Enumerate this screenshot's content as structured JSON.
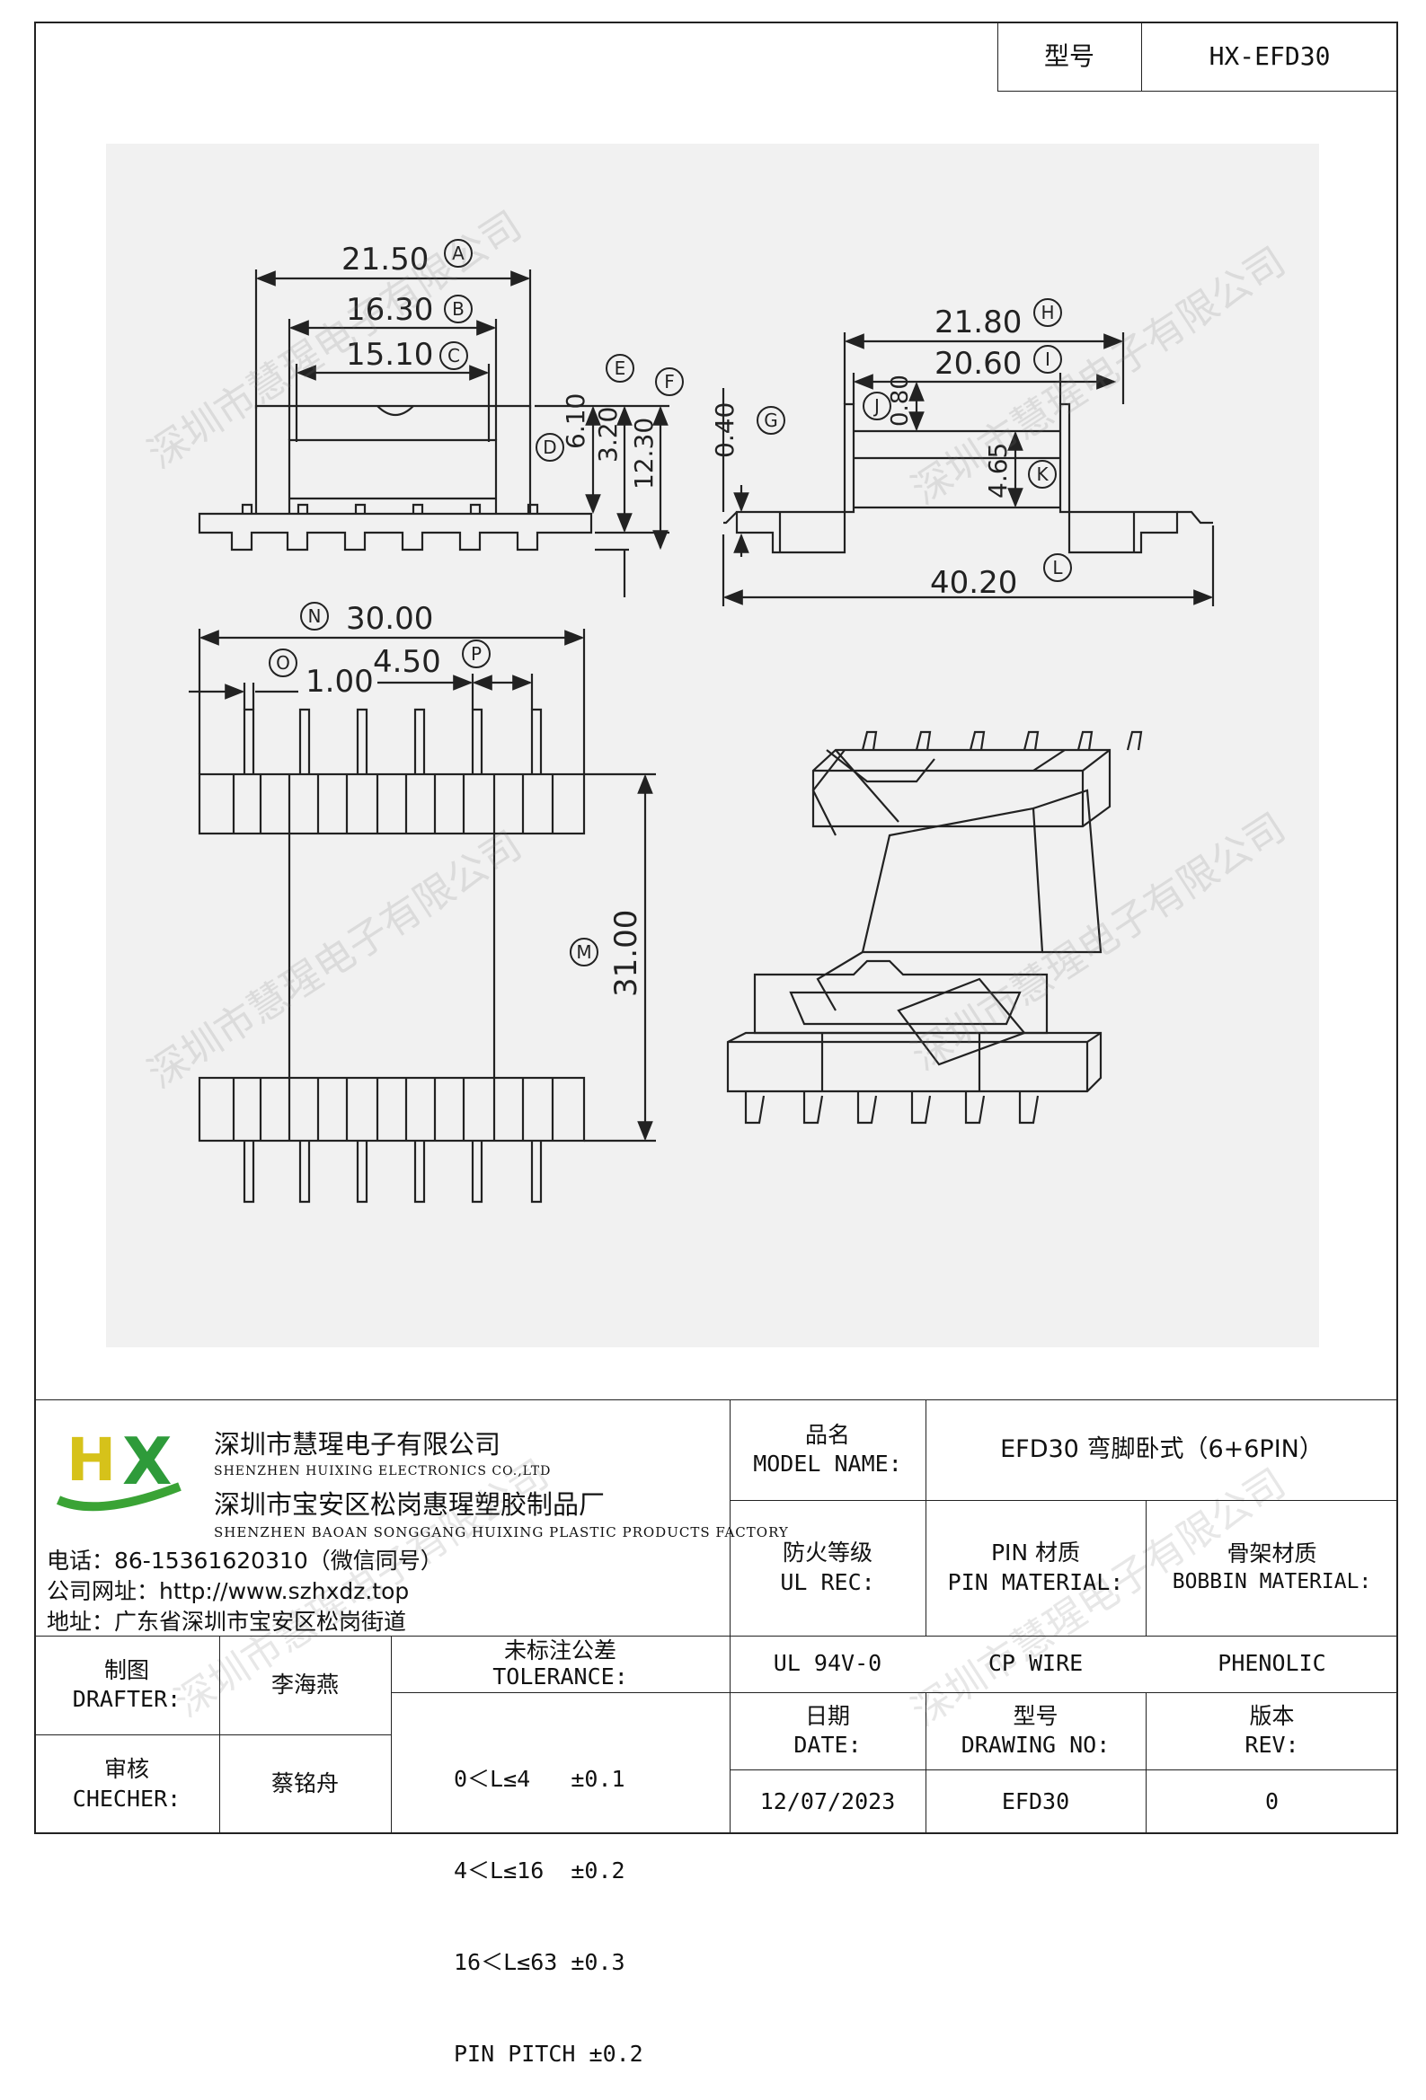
{
  "header": {
    "model_label": "型号",
    "model_value": "HX-EFD30"
  },
  "dimensions": {
    "A": "21.50",
    "B": "16.30",
    "C": "15.10",
    "D": "6.10",
    "E": "3.20",
    "F": "12.30",
    "G": "0.40",
    "H": "21.80",
    "I": "20.60",
    "J": "0.80",
    "K": "4.65",
    "L": "40.20",
    "M": "31.00",
    "N": "30.00",
    "O": "1.00",
    "P": "4.50"
  },
  "watermark": "深圳市慧瑆电子有限公司",
  "company": {
    "logo_text": "HX",
    "name_cn": "深圳市慧瑆电子有限公司",
    "name_en": "SHENZHEN HUIXING ELECTRONICS CO.,LTD",
    "factory_cn": "深圳市宝安区松岗惠瑆塑胶制品厂",
    "factory_en": "SHENZHEN BAOAN SONGGANG HUIXING PLASTIC PRODUCTS FACTORY",
    "phone": "电话：86-15361620310（微信同号）",
    "website": "公司网址：http://www.szhxdz.top",
    "address": "地址：广东省深圳市宝安区松岗街道"
  },
  "table": {
    "model_name_cn": "品名",
    "model_name_en": "MODEL NAME:",
    "model_name_value": "EFD30 弯脚卧式（6+6PIN）",
    "ul_rec_cn": "防火等级",
    "ul_rec_en": "UL REC:",
    "pin_mat_cn": "PIN 材质",
    "pin_mat_en": "PIN MATERIAL:",
    "bobbin_mat_cn": "骨架材质",
    "bobbin_mat_en": "BOBBIN MATERIAL:",
    "ul_value": "UL 94V-0",
    "pin_value": "CP WIRE",
    "bobbin_value": "PHENOLIC",
    "drafter_cn": "制图",
    "drafter_en": "DRAFTER:",
    "drafter_name": "李海燕",
    "checker_cn": "审核",
    "checker_en": "CHECHER:",
    "checker_name": "蔡铭舟",
    "tolerance_cn": "未标注公差",
    "tolerance_en": "TOLERANCE:",
    "tolerance_lines": [
      "0＜L≤4   ±0.1",
      "4＜L≤16  ±0.2",
      "16＜L≤63 ±0.3",
      "PIN PITCH ±0.2"
    ],
    "date_cn": "日期",
    "date_en": "DATE:",
    "date_value": "12/07/2023",
    "drawing_cn": "型号",
    "drawing_en": "DRAWING NO:",
    "drawing_value": "EFD30",
    "rev_cn": "版本",
    "rev_en": "REV:",
    "rev_value": "0"
  }
}
